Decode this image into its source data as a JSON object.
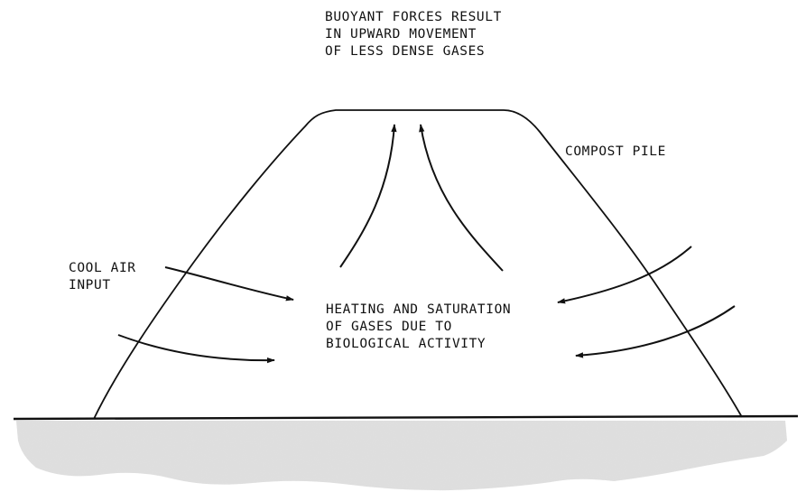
{
  "labels": {
    "buoyant": [
      "BUOYANT FORCES RESULT",
      "IN UPWARD MOVEMENT",
      "OF LESS DENSE GASES"
    ],
    "compost_pile": "COMPOST PILE",
    "cool_air": [
      "COOL AIR",
      "INPUT"
    ],
    "heating": [
      "HEATING AND SATURATION",
      "OF GASES DUE TO",
      "BIOLOGICAL ACTIVITY"
    ]
  },
  "colors": {
    "ink": "#111111",
    "ground": "#b9b9b9",
    "background": "#ffffff"
  }
}
